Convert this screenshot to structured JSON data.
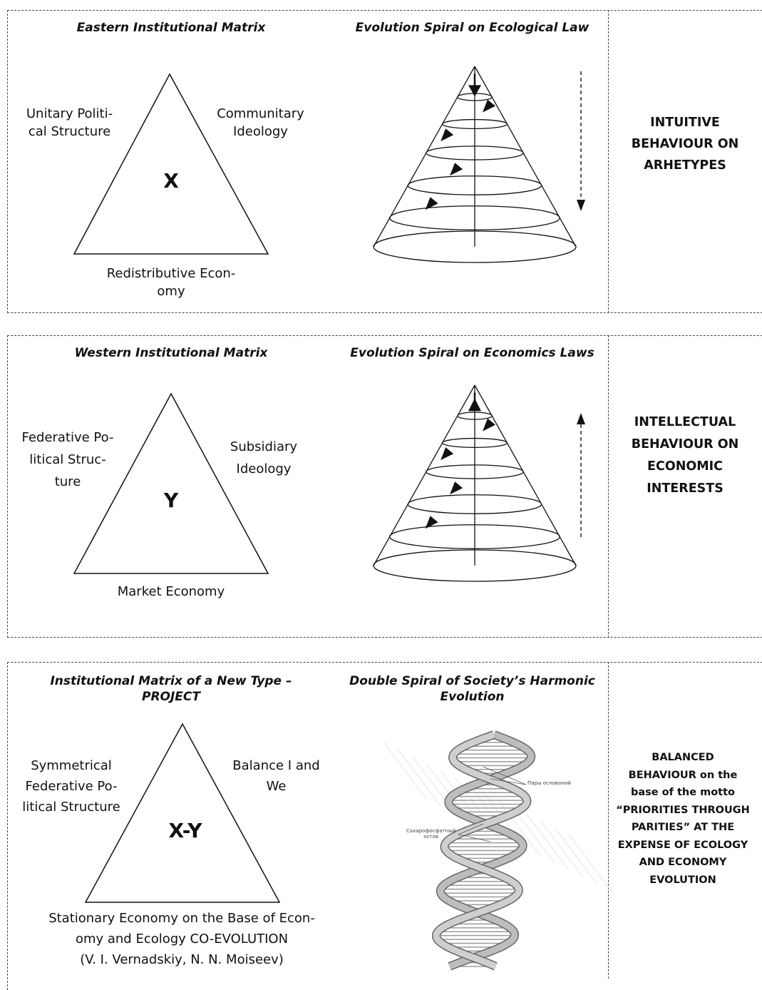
{
  "panels": [
    {
      "matrix_title": "Eastern Institutional Matrix",
      "spiral_title": "Evolution Spiral on Ecological Law",
      "center": "X",
      "left": "Unitary Politi-\ncal Structure",
      "right": "Communitary\nIdeology",
      "bottom": "Redistributive Econ-\nomy",
      "behaviour": "INTUITIVE\nBEHAVIOUR ON\nARHETYPES",
      "arrow_direction": "down"
    },
    {
      "matrix_title": "Western Institutional Matrix",
      "spiral_title": "Evolution Spiral on Economics Laws",
      "center": "Y",
      "left": "Federative Po-\nlitical Struc-\nture",
      "right": "Subsidiary\nIdeology",
      "bottom": "Market Economy",
      "behaviour": "INTELLECTUAL\nBEHAVIOUR ON\nECONOMIC\nINTERESTS",
      "arrow_direction": "up"
    },
    {
      "matrix_title": "Institutional Matrix of a New Type –\nPROJECT",
      "spiral_title": "Double Spiral of Society’s Harmonic\nEvolution",
      "center": "X-Y",
      "left": "Symmetrical\nFederative Po-\nlitical Structure",
      "right": "Balance I and\nWe",
      "bottom": "Stationary Economy on the Base of Econ-\nomy and Ecology CO-EVOLUTION\n(V. I. Vernadskiy, N. N. Moiseev)",
      "behaviour": "BALANCED\nBEHAVIOUR on the\nbase of the motto\n“PRIORITIES THROUGH\nPARITIES” AT THE\nEXPENSE OF ECOLOGY\nAND ECONOMY\nEVOLUTION",
      "dna_label_pairs": "Пары оснований",
      "dna_label_backbone": "Сахарофосфатный\nостов"
    }
  ]
}
